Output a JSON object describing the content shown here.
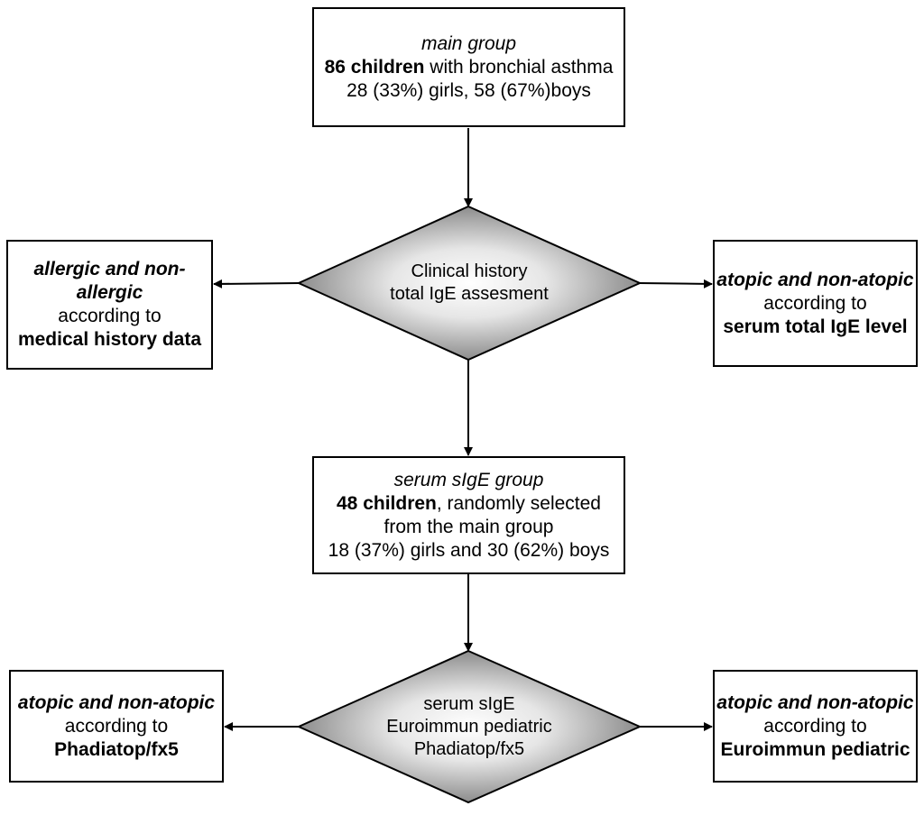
{
  "main_group": {
    "title": "main group",
    "count": "86 children",
    "desc": " with bronchial asthma",
    "gender": "28 (33%) girls, 58 (67%)boys"
  },
  "decision1": {
    "line1": "Clinical history",
    "line2": "total IgE assesment"
  },
  "left1": {
    "line1": "allergic and non-",
    "line2": "allergic",
    "line3": "according to",
    "line4": "medical history data"
  },
  "right1": {
    "line1": "atopic and non-atopic",
    "line2": "according to",
    "line3": "serum total IgE level"
  },
  "sige_group": {
    "title": "serum sIgE group",
    "count": "48 children",
    "desc": ", randomly selected",
    "line3": "from the main group",
    "gender": "18 (37%) girls and 30 (62%) boys"
  },
  "decision2": {
    "line1": "serum sIgE",
    "line2": "Euroimmun pediatric",
    "line3": "Phadiatop/fx5"
  },
  "left2": {
    "line1": "atopic and non-atopic",
    "line2": "according to",
    "line3": "Phadiatop/fx5"
  },
  "right2": {
    "line1": "atopic and non-atopic",
    "line2": "according to",
    "line3": "Euroimmun pediatric"
  }
}
